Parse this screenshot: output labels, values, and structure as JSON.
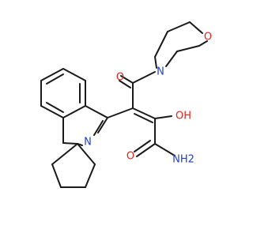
{
  "molecule": {
    "atoms": {
      "carbonyl_oxygen": "O",
      "morpholine_nitrogen": "N",
      "morpholine_oxygen": "O",
      "hydroxyl": "OH",
      "amide_oxygen": "O",
      "amide_group": "NH2",
      "imine_nitrogen": "N"
    }
  },
  "colors": {
    "bond": "#1a1a1a",
    "oxygen": "#e8231a",
    "nitrogen": "#1f3fd6",
    "background": "#ffffff"
  }
}
